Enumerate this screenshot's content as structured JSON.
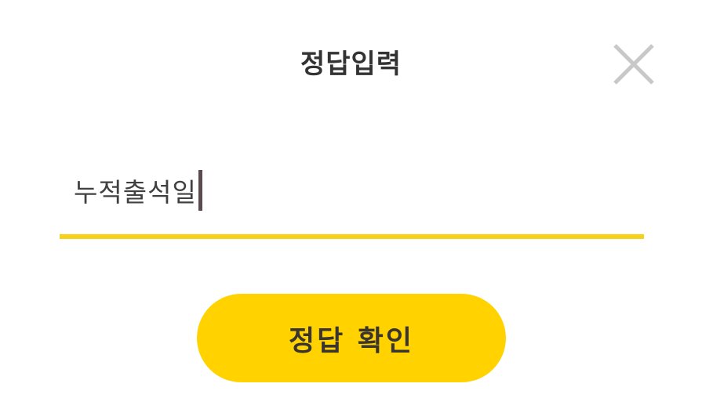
{
  "dialog": {
    "title": "정답입력",
    "close_icon": "close-icon",
    "answer_value": "누적출석일",
    "confirm_label": "정답 확인"
  },
  "colors": {
    "accent": "#ffd200",
    "underline": "#f5d118",
    "text": "#333333",
    "close_icon": "#c8c8c8"
  }
}
